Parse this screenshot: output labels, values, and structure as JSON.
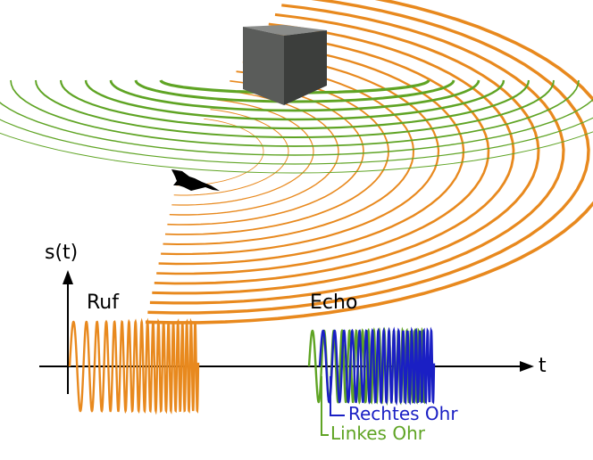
{
  "labels": {
    "y_axis": "s(t)",
    "x_axis": "t",
    "call": "Ruf",
    "echo": "Echo",
    "right_ear": "Rechtes Ohr",
    "left_ear": "Linkes Ohr"
  },
  "colors": {
    "call_wave": "#e8891e",
    "echo_left": "#5fa424",
    "echo_right": "#1a1fc4",
    "axis": "#000000",
    "cube_top": "#8a8c8a",
    "cube_left": "#5a5c5a",
    "cube_right": "#3c3e3c",
    "bat": "#000000"
  }
}
